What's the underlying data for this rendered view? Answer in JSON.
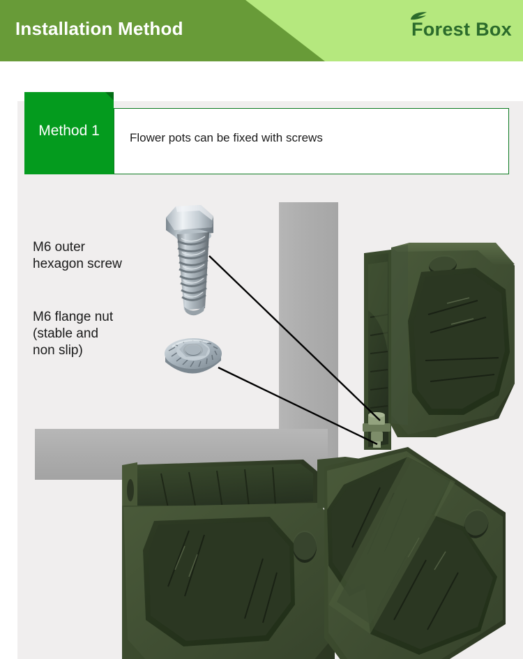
{
  "header": {
    "title": "Installation Method",
    "brand": "Forest Box",
    "leaf_icon": "leaf-icon",
    "colors": {
      "dark_green": "#689b38",
      "light_green": "#b5e87e",
      "brand_green": "#2b6b2b",
      "title_text": "#ffffff"
    }
  },
  "method": {
    "tab_label": "Method 1",
    "description": "Flower pots can be fixed with screws",
    "colors": {
      "tab_bg": "#049b1e",
      "tab_fold": "#026d15",
      "body_bg": "#ffffff",
      "body_border": "#0a7a1f",
      "tab_text": "#ffffff",
      "body_text": "#1a1a1a"
    }
  },
  "diagram": {
    "panel_bg": "#f0eeee",
    "labels": [
      {
        "id": "screw",
        "line1": "M6 outer",
        "line2": "hexagon screw"
      },
      {
        "id": "nut",
        "line1": "M6 flange nut",
        "line2": "(stable and",
        "line3": "non slip)"
      }
    ],
    "parts": {
      "bolt_name": "hex-bolt",
      "nut_name": "flange-nut",
      "post_name": "vertical-post",
      "beam_name": "horizontal-beam",
      "planter_name": "planter-box"
    },
    "colors": {
      "metal_light": "#e4e8ec",
      "metal_mid": "#b9c2ca",
      "metal_dark": "#7c8790",
      "post_gray": "#ababab",
      "planter_green": "#3e4c30",
      "planter_dark": "#2b3522",
      "planter_light": "#55654270",
      "leader_line": "#000000"
    }
  }
}
